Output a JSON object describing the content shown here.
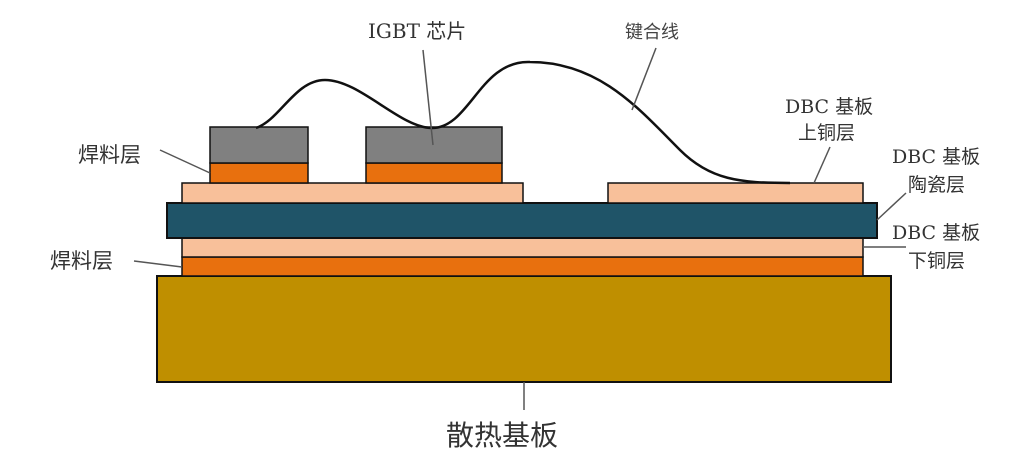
{
  "title": "IGBT module cross-section",
  "colors": {
    "chip": "#808080",
    "solder": "#E8700E",
    "copper": "#F8C09A",
    "ceramic": "#1F5468",
    "baseplate": "#BF8F00",
    "outline": "#111111",
    "leader": "#555555"
  },
  "labels": {
    "igbt_chip": "IGBT 芯片",
    "bond_wire": "键合线",
    "solder_top": "焊料层",
    "solder_bottom": "焊料层",
    "dbc_upper_line1": "DBC 基板",
    "dbc_upper_line2": "上铜层",
    "dbc_ceramic_line1": "DBC 基板",
    "dbc_ceramic_line2": "陶瓷层",
    "dbc_lower_line1": "DBC 基板",
    "dbc_lower_line2": "下铜层",
    "baseplate": "散热基板"
  }
}
